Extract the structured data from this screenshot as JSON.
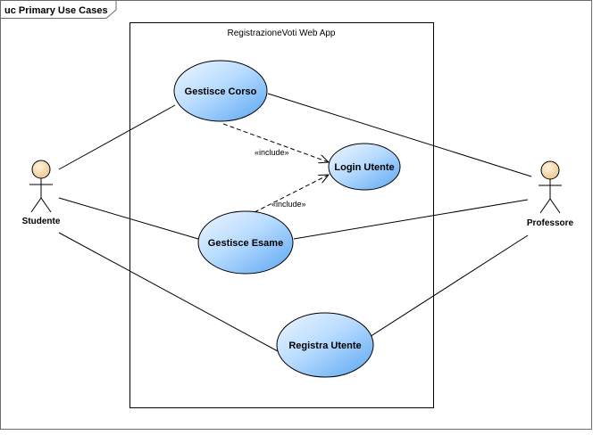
{
  "frame": {
    "label": "uc Primary Use Cases"
  },
  "system": {
    "name": "RegistrazioneVoti Web App"
  },
  "actors": {
    "studente": "Studente",
    "professore": "Professore"
  },
  "use_cases": {
    "gestisce_corso": "Gestisce Corso",
    "login_utente": "Login Utente",
    "gestisce_esame": "Gestisce Esame",
    "registra_utente": "Registra Utente"
  },
  "relations": {
    "include_corso": "«include»",
    "include_esame": "«include»"
  },
  "colors": {
    "use_case_fill_light": "#e4f1ff",
    "use_case_fill_dark": "#6ab0f5",
    "actor_fill": "#f6d6a6",
    "line": "#000000"
  }
}
